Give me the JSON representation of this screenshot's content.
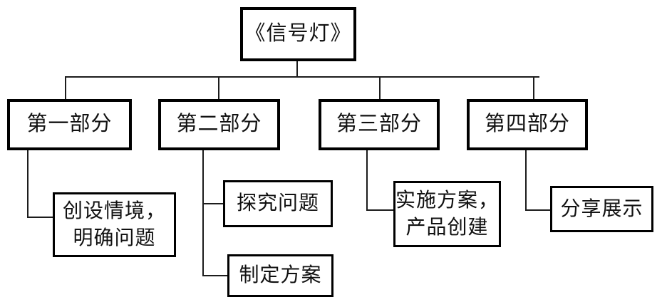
{
  "diagram": {
    "title": "《信号灯》 lesson structure flowchart",
    "colors": {
      "background": "#ffffff",
      "box_border": "#000000",
      "connector": "#1c1c1c",
      "text": "#111111"
    },
    "root": {
      "label": "《信号灯》"
    },
    "parts": [
      {
        "label": "第一部分",
        "children": [
          {
            "lines": [
              "创设情境，",
              "明确问题"
            ]
          }
        ]
      },
      {
        "label": "第二部分",
        "children": [
          {
            "lines": [
              "探究问题"
            ]
          },
          {
            "lines": [
              "制定方案"
            ]
          }
        ]
      },
      {
        "label": "第三部分",
        "children": [
          {
            "lines": [
              "实施方案，",
              "产品创建"
            ]
          }
        ]
      },
      {
        "label": "第四部分",
        "children": [
          {
            "lines": [
              "分享展示"
            ]
          }
        ]
      }
    ]
  }
}
